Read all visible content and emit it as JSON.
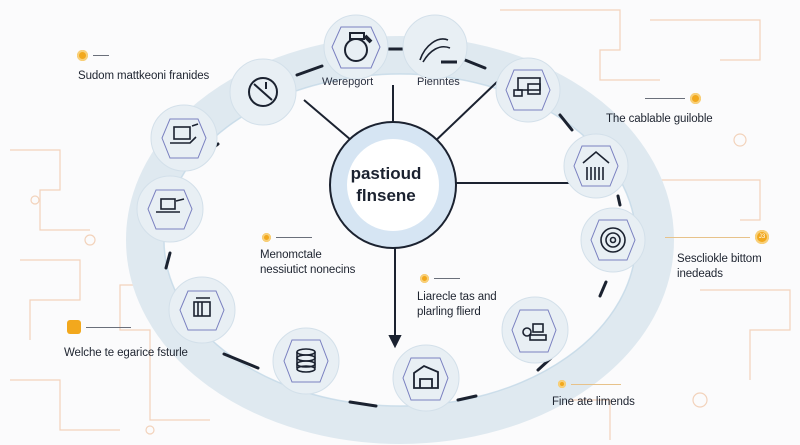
{
  "hub": {
    "line1": "pastioud",
    "line2": "flnsene"
  },
  "nodes": [
    {
      "icon": "stopwatch-icon",
      "caption": "Werepgort"
    },
    {
      "icon": "wave-brush-icon",
      "caption": "Pienntes"
    },
    {
      "icon": "monitor-panel-icon",
      "caption": ""
    },
    {
      "icon": "building-columns-icon",
      "caption": ""
    },
    {
      "icon": "target-gear-icon",
      "caption": ""
    },
    {
      "icon": "device-cluster-icon",
      "caption": ""
    },
    {
      "icon": "house-frame-icon",
      "caption": ""
    },
    {
      "icon": "database-stack-icon",
      "caption": ""
    },
    {
      "icon": "server-box-icon",
      "caption": ""
    },
    {
      "icon": "laptop-hand-icon",
      "caption": ""
    },
    {
      "icon": "computer-desk-icon",
      "caption": ""
    },
    {
      "icon": "no-tool-icon",
      "caption": ""
    }
  ],
  "callouts": [
    {
      "id": "top-left",
      "text": "Sudom mattkeoni franides",
      "marker": "ring-dot-icon"
    },
    {
      "id": "right-upper",
      "text": "The cablable guiloble",
      "marker": "badge-icon"
    },
    {
      "id": "right-mid",
      "line1": "Sescliokle bittom",
      "line2": "inedeads",
      "marker": "number-badge-icon",
      "badge": "J3"
    },
    {
      "id": "center-left",
      "line1": "Menomctale",
      "line2": "nessiutict nonecins",
      "marker": "ring-dot-icon"
    },
    {
      "id": "center-right",
      "line1": "Liarecle tas and",
      "line2": "plarling flierd",
      "marker": "ring-dot-icon"
    },
    {
      "id": "bottom-left",
      "text": "Welche te egarice fsturle",
      "marker": "gear-icon"
    },
    {
      "id": "bottom-right",
      "text": "Fine ate limends",
      "marker": "ring-dot-icon"
    }
  ],
  "colors": {
    "accent": "#f2a81d",
    "ring": "#d9e6ef",
    "node": "#e6eef4",
    "hub_fill": "#d6e5f3",
    "ink": "#1b2230",
    "hex": "#6b72b8",
    "sketch": "#f0c7a8"
  }
}
